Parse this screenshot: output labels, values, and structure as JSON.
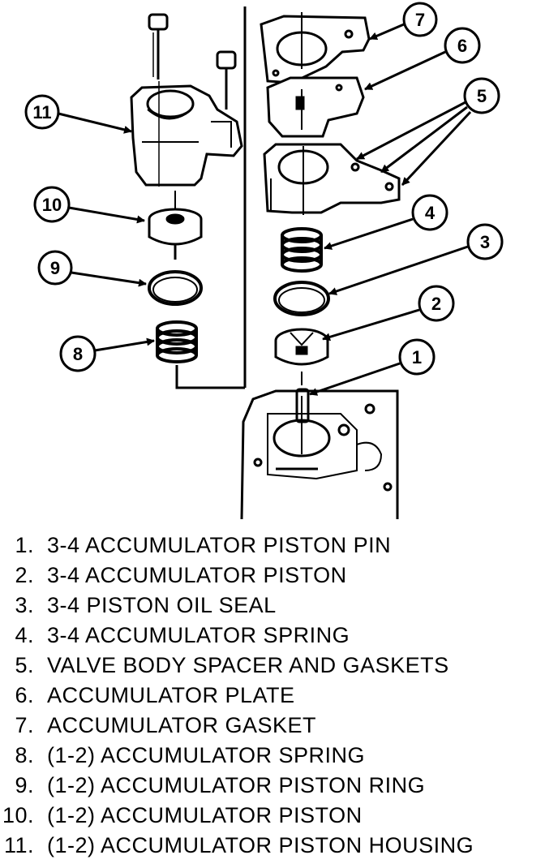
{
  "callouts": [
    {
      "num": "1",
      "label": "3-4 ACCUMULATOR PISTON PIN"
    },
    {
      "num": "2",
      "label": "3-4 ACCUMULATOR PISTON"
    },
    {
      "num": "3",
      "label": "3-4 PISTON OIL SEAL"
    },
    {
      "num": "4",
      "label": "3-4 ACCUMULATOR SPRING"
    },
    {
      "num": "5",
      "label": "VALVE BODY SPACER AND GASKETS"
    },
    {
      "num": "6",
      "label": "ACCUMULATOR PLATE"
    },
    {
      "num": "7",
      "label": "ACCUMULATOR GASKET"
    },
    {
      "num": "8",
      "label": "(1-2) ACCUMULATOR SPRING"
    },
    {
      "num": "9",
      "label": "(1-2) ACCUMULATOR PISTON RING"
    },
    {
      "num": "10",
      "label": "(1-2) ACCUMULATOR PISTON"
    },
    {
      "num": "11",
      "label": "(1-2) ACCUMULATOR PISTON HOUSING"
    }
  ],
  "legend_numbers": [
    "1.",
    "2.",
    "3.",
    "4.",
    "5.",
    "6.",
    "7.",
    "8.",
    "9.",
    "10.",
    "11."
  ]
}
